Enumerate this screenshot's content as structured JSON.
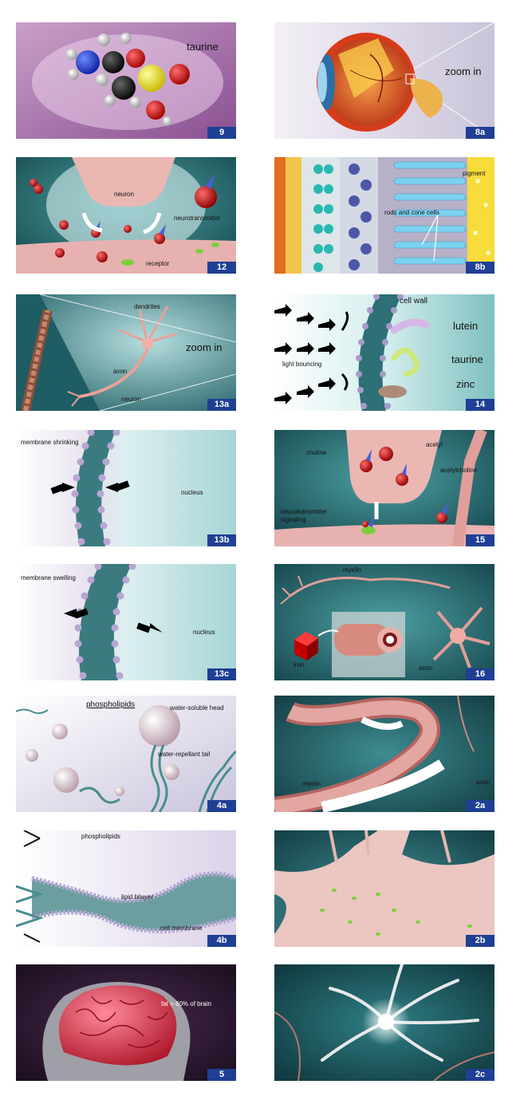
{
  "panels": [
    {
      "id": "p9",
      "number": "9",
      "labels": {
        "taurine": "taurine"
      }
    },
    {
      "id": "p8a",
      "number": "8a",
      "labels": {
        "zoom": "zoom in"
      }
    },
    {
      "id": "p12",
      "number": "12",
      "labels": {
        "neuron": "neuron",
        "neurotransmitter": "neurotransmitter",
        "receptor": "receptor"
      }
    },
    {
      "id": "p8b",
      "number": "8b",
      "labels": {
        "pigment": "pigment",
        "rods": "rods and cone cells"
      }
    },
    {
      "id": "p13a",
      "number": "13a",
      "labels": {
        "dendrites": "dendrites",
        "zoom": "zoom in",
        "axon": "axon",
        "neuron": "neuron"
      }
    },
    {
      "id": "p14",
      "number": "14",
      "labels": {
        "cellwall": "cell wall",
        "lutein": "lutein",
        "light": "light bouncing",
        "taurine": "taurine",
        "zinc": "zinc"
      }
    },
    {
      "id": "p13b",
      "number": "13b",
      "labels": {
        "shrinking": "membrane shrinking",
        "nucleus": "nucleus"
      }
    },
    {
      "id": "p15",
      "number": "15",
      "labels": {
        "acetyl": "acetyl",
        "choline": "choline",
        "acetylcholine": "acetylcholine",
        "signaling1": "neurotransmitter",
        "signaling2": "signaling"
      }
    },
    {
      "id": "p13c",
      "number": "13c",
      "labels": {
        "swelling": "membrane swelling",
        "nucleus": "nucleus"
      }
    },
    {
      "id": "p16",
      "number": "16",
      "labels": {
        "myelin": "myelin",
        "iron": "iron",
        "axon": "axon"
      }
    },
    {
      "id": "p4a",
      "number": "4a",
      "labels": {
        "phospholipids": "phospholipids",
        "head": "water-soluble head",
        "tail": "water-repellant tail"
      }
    },
    {
      "id": "p2a",
      "number": "2a",
      "labels": {
        "myelin": "myelin",
        "axon": "axon"
      }
    },
    {
      "id": "p4b",
      "number": "4b",
      "labels": {
        "phospholipids": "phospholipids",
        "bilayer": "lipid bilayer",
        "membrane": "cell membrane"
      }
    },
    {
      "id": "p2b",
      "number": "2b",
      "labels": {}
    },
    {
      "id": "p5",
      "number": "5",
      "labels": {
        "fat": "fat = 60% of brain"
      }
    },
    {
      "id": "p2c",
      "number": "2c",
      "labels": {}
    }
  ]
}
